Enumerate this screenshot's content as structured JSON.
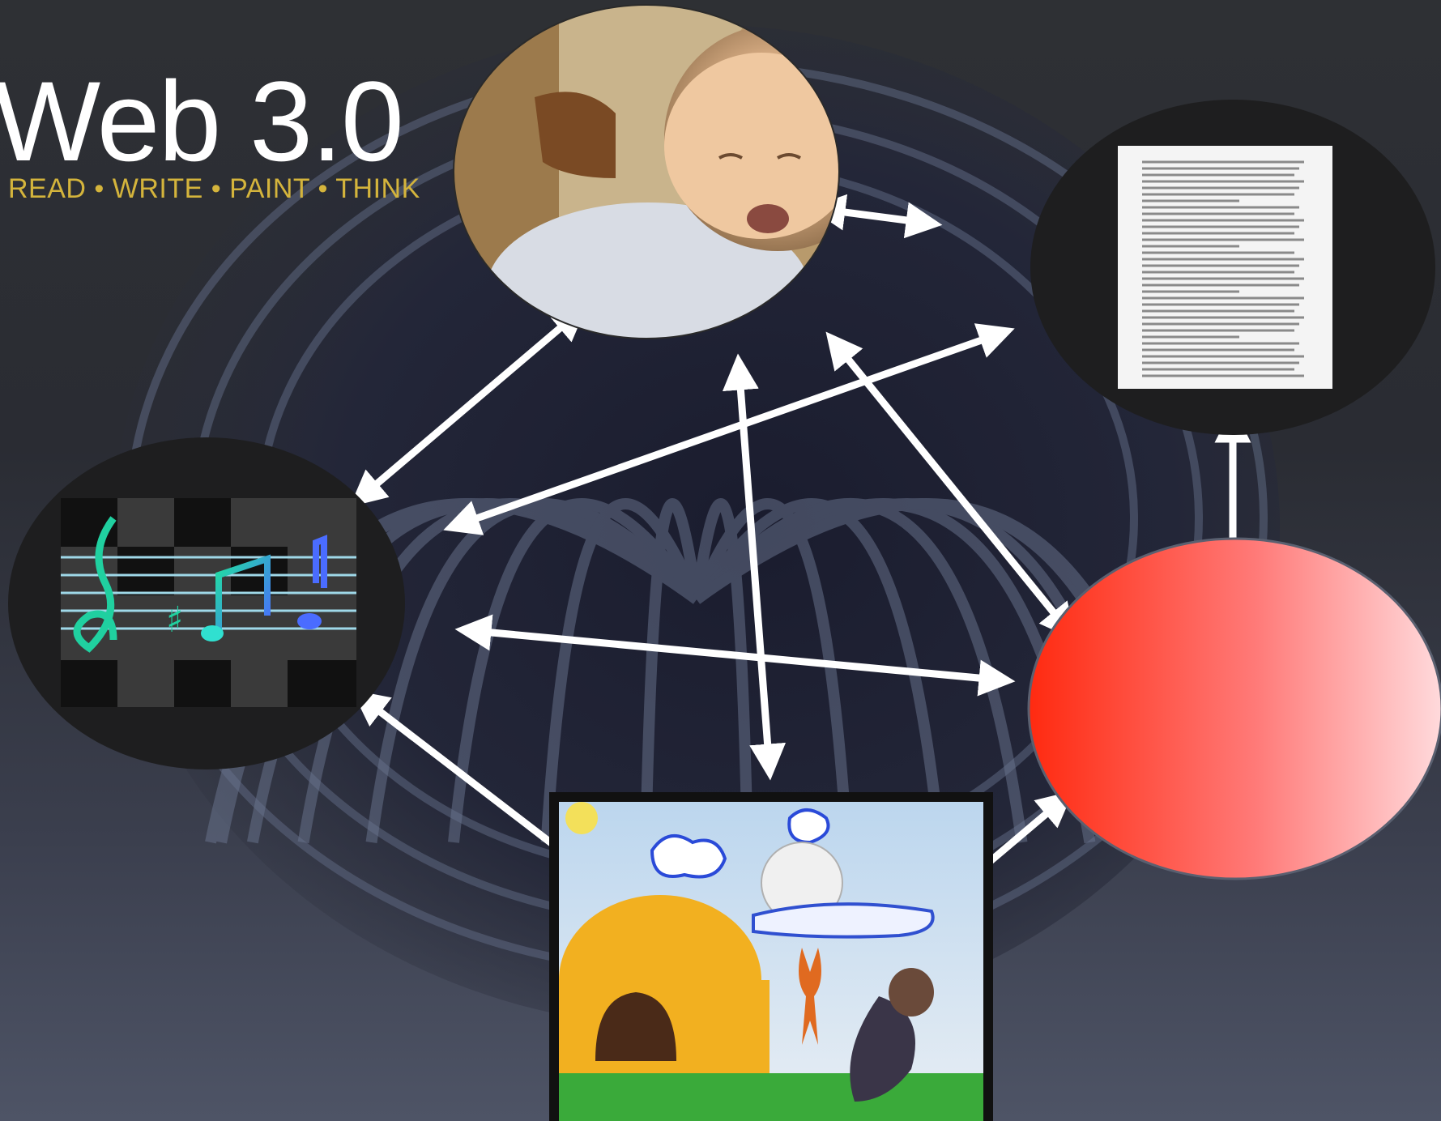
{
  "slide": {
    "title": "Web 3.0",
    "subtitle": "READ • WRITE • PAINT • THINK"
  },
  "colors": {
    "background": "#2e3034",
    "accent": "#d4b43c",
    "arrow": "#ffffff",
    "node_dark": "#1e1e1f",
    "red_node_start": "#ff2a10",
    "red_node_end": "#ffd8da"
  },
  "nodes": [
    {
      "id": "photo",
      "icon": "baby-photo-icon"
    },
    {
      "id": "document",
      "icon": "document-page-icon"
    },
    {
      "id": "music",
      "icon": "music-notes-icon"
    },
    {
      "id": "red-oval",
      "icon": "gradient-oval-icon"
    },
    {
      "id": "drawing",
      "icon": "child-drawing-icon"
    }
  ],
  "edges": [
    [
      "photo",
      "document"
    ],
    [
      "photo",
      "music"
    ],
    [
      "photo",
      "drawing"
    ],
    [
      "photo",
      "red-oval"
    ],
    [
      "document",
      "music"
    ],
    [
      "document",
      "red-oval"
    ],
    [
      "music",
      "red-oval"
    ],
    [
      "music",
      "drawing"
    ],
    [
      "drawing",
      "red-oval"
    ]
  ]
}
